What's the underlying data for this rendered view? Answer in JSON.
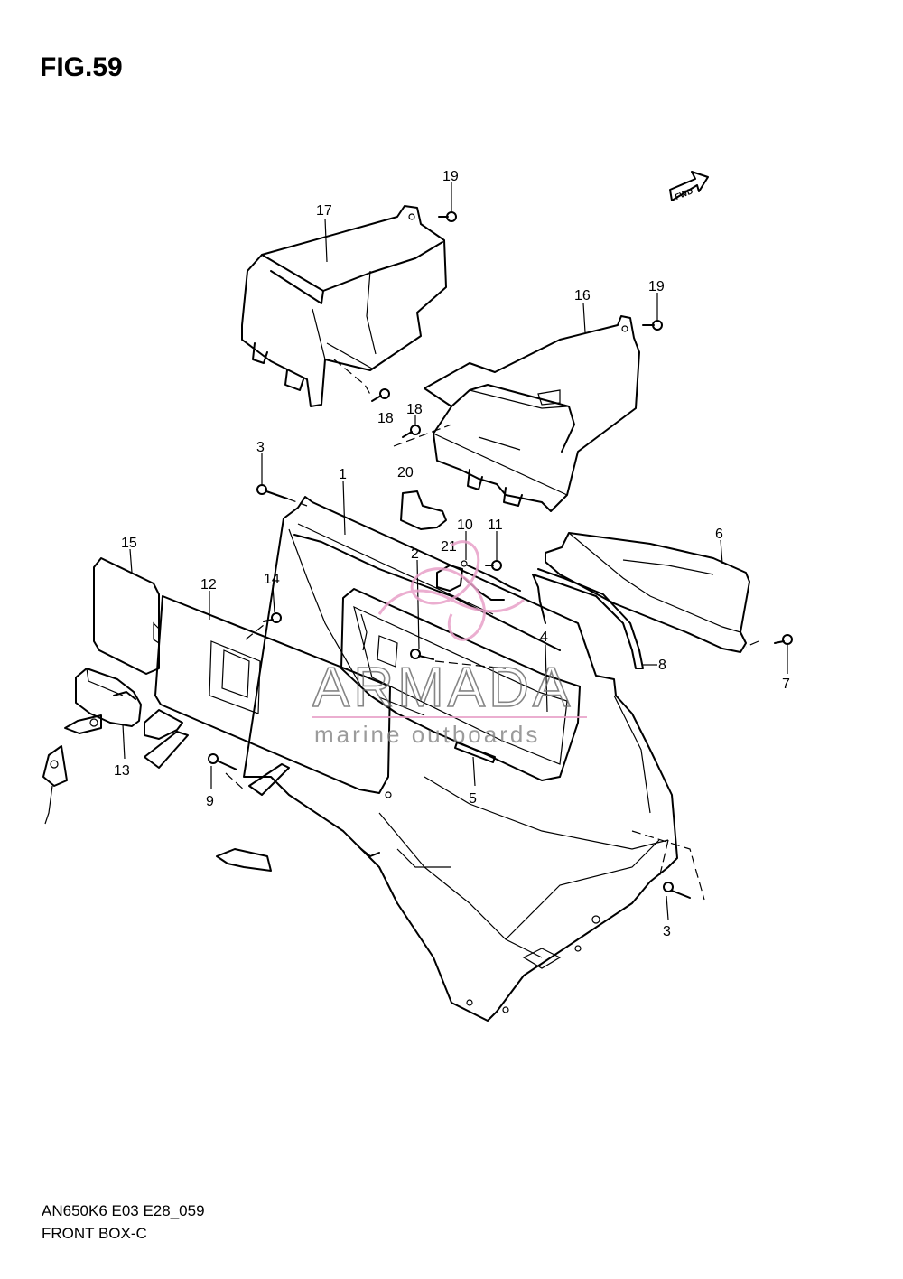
{
  "figure": {
    "title": "FIG.59",
    "code": "AN650K6 E03 E28_059",
    "name": "FRONT BOX-C"
  },
  "direction_arrow": {
    "label": "FWD"
  },
  "watermark": {
    "name": "ARMADA",
    "tagline": "marine outboards",
    "accent_color": "#e8a0c8",
    "text_color": "#707070"
  },
  "callouts": {
    "c1": "1",
    "c2": "2",
    "c3a": "3",
    "c3b": "3",
    "c4": "4",
    "c5": "5",
    "c6": "6",
    "c7": "7",
    "c8": "8",
    "c9": "9",
    "c10": "10",
    "c11": "11",
    "c12": "12",
    "c13": "13",
    "c14": "14",
    "c15": "15",
    "c16": "16",
    "c17": "17",
    "c18a": "18",
    "c18b": "18",
    "c19a": "19",
    "c19b": "19",
    "c20": "20",
    "c21": "21"
  }
}
